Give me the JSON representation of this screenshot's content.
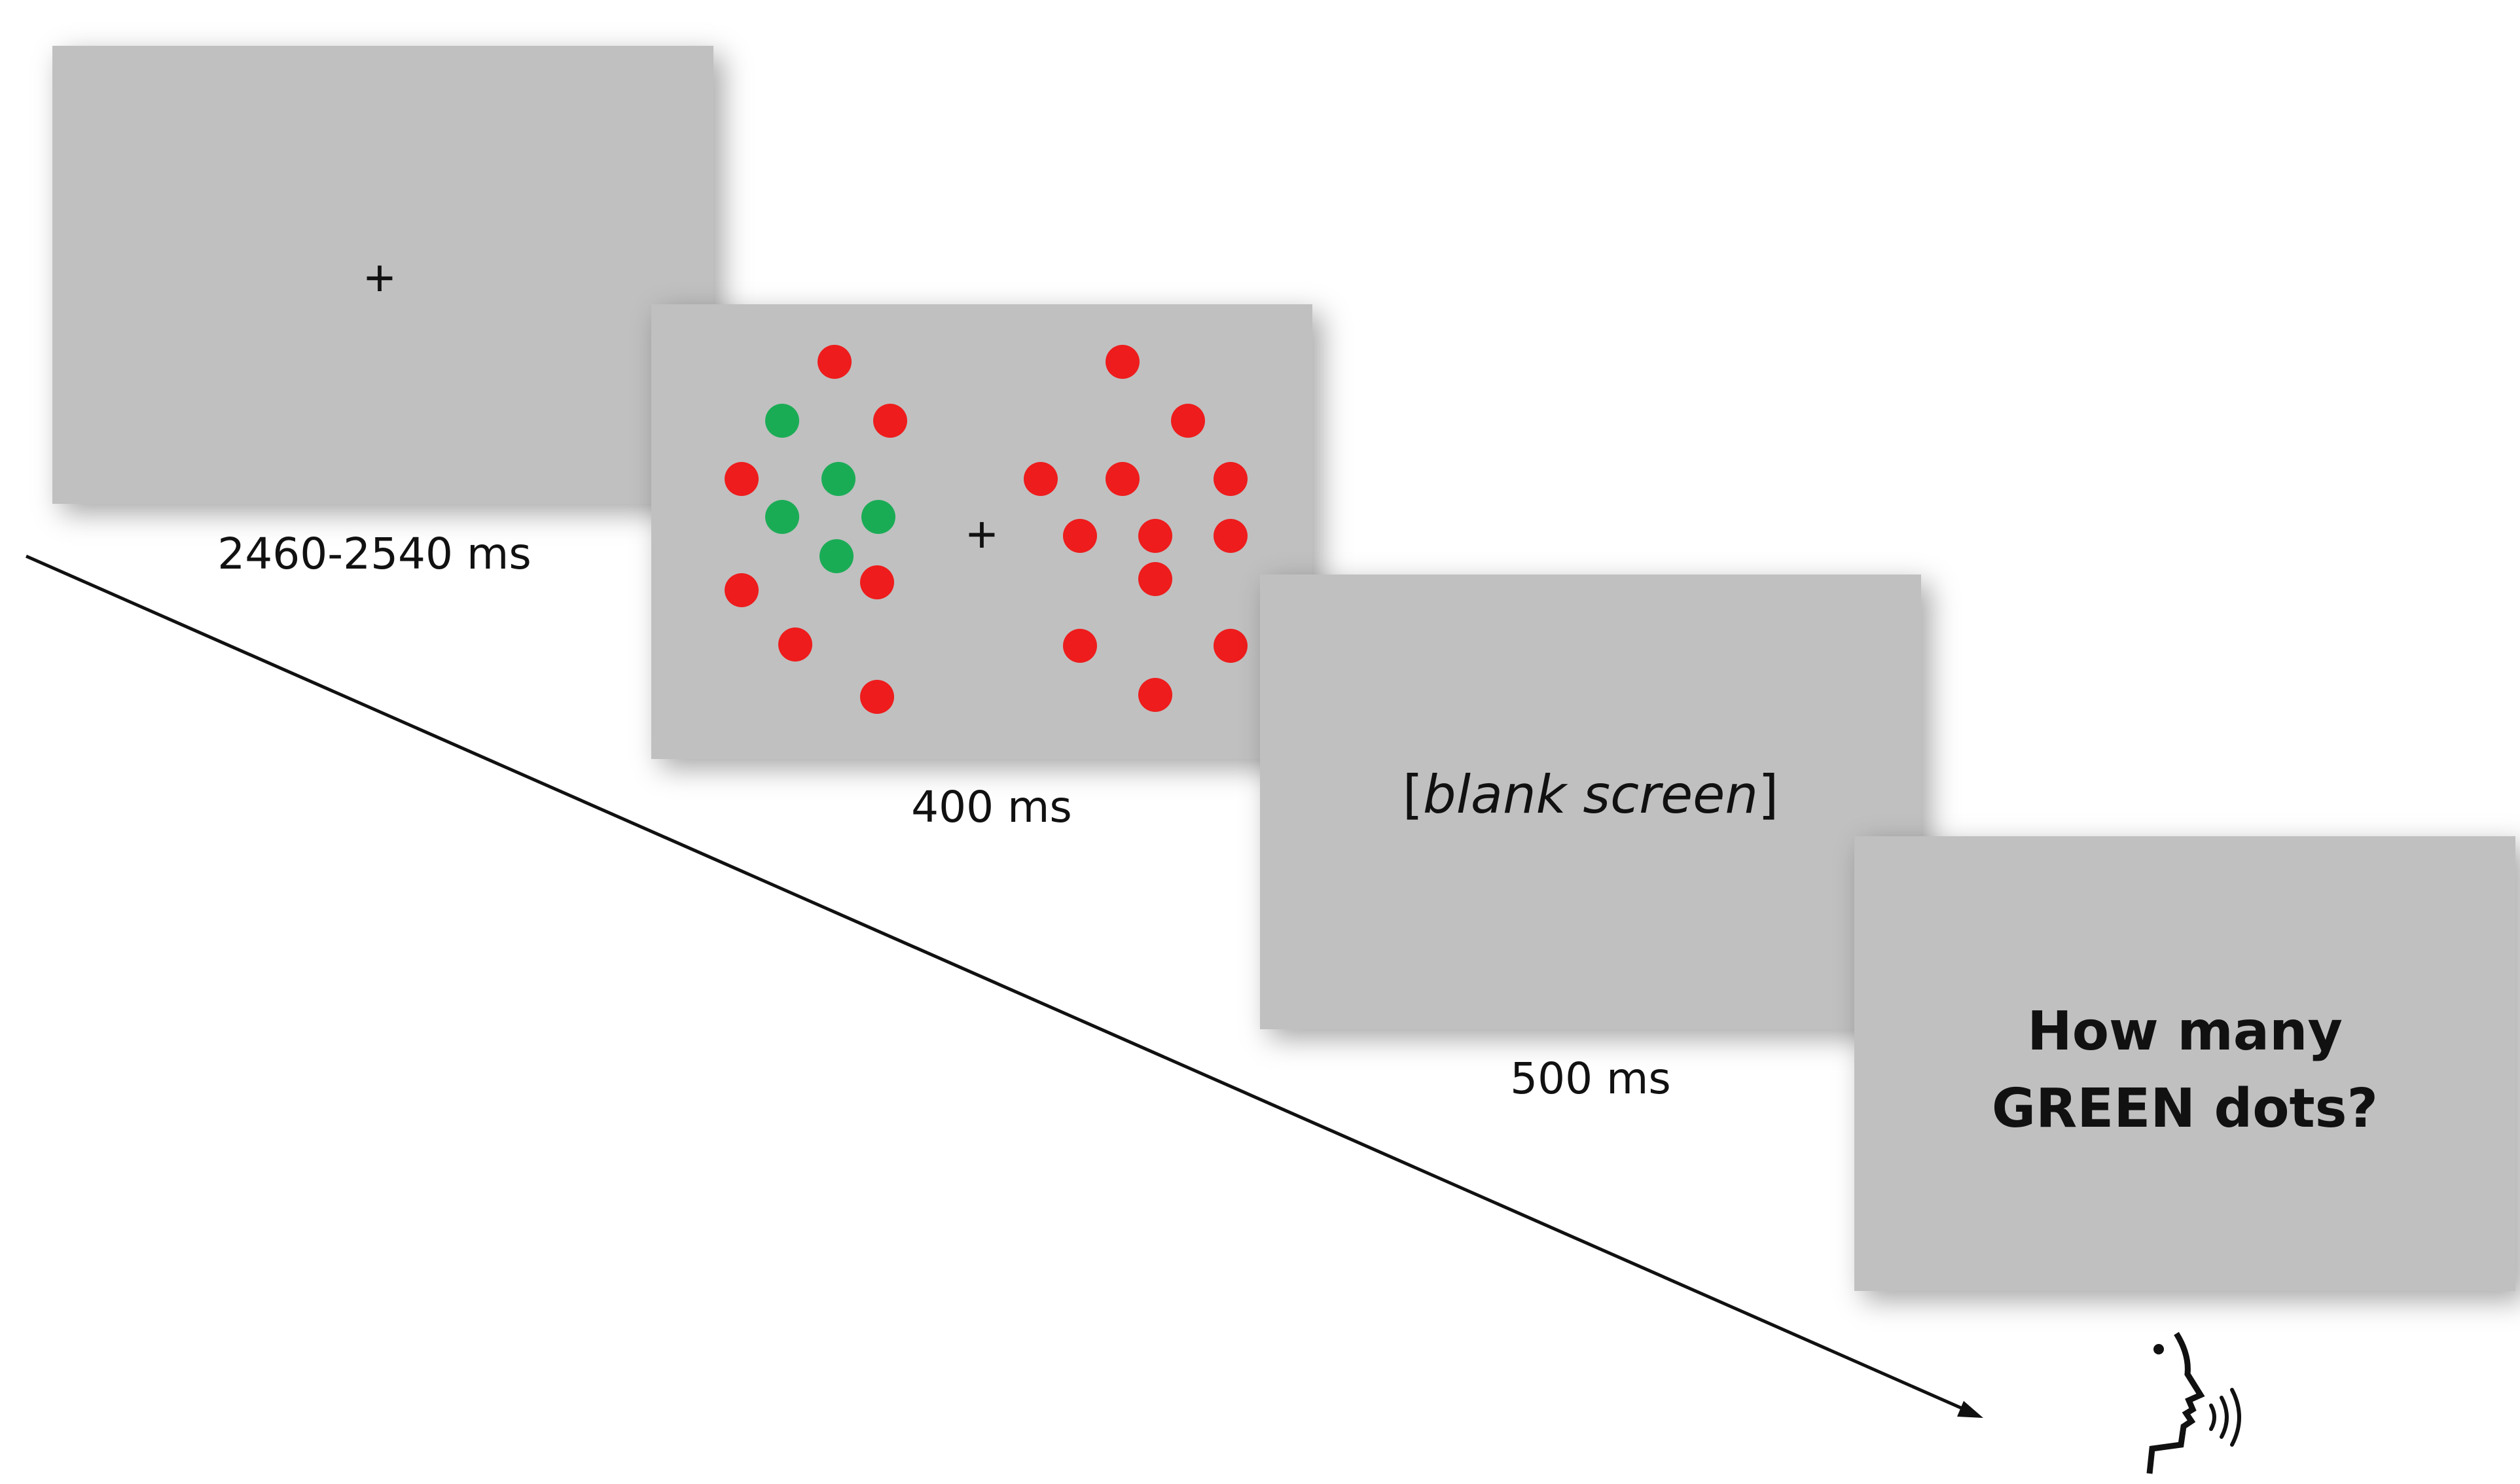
{
  "screens": {
    "fixation": {
      "symbol": "+",
      "duration": "2460-2540 ms"
    },
    "dots": {
      "symbol": "+",
      "duration": "400 ms",
      "colors": {
        "green": "#1aac55",
        "red": "#ee1c1c"
      },
      "dot_sets": {
        "left": [
          {
            "color": "red"
          },
          {
            "color": "green"
          },
          {
            "color": "red"
          },
          {
            "color": "red"
          },
          {
            "color": "green"
          },
          {
            "color": "green"
          },
          {
            "color": "green"
          },
          {
            "color": "red"
          },
          {
            "color": "green"
          },
          {
            "color": "red"
          },
          {
            "color": "red"
          },
          {
            "color": "red"
          }
        ],
        "right": [
          {
            "color": "red"
          },
          {
            "color": "red"
          },
          {
            "color": "red"
          },
          {
            "color": "red"
          },
          {
            "color": "red"
          },
          {
            "color": "red"
          },
          {
            "color": "red"
          },
          {
            "color": "red"
          },
          {
            "color": "red"
          },
          {
            "color": "red"
          },
          {
            "color": "red"
          },
          {
            "color": "red"
          }
        ]
      }
    },
    "blank": {
      "open": "[",
      "label": "blank screen",
      "close": "]",
      "duration": "500 ms"
    },
    "question": {
      "line1": "How many",
      "line2": "GREEN dots?"
    }
  },
  "icons": {
    "response": "speaking-head-icon",
    "timeline": "time-arrow-icon"
  },
  "colors": {
    "screen": "#c0c0c0",
    "background": "#ffffff"
  }
}
